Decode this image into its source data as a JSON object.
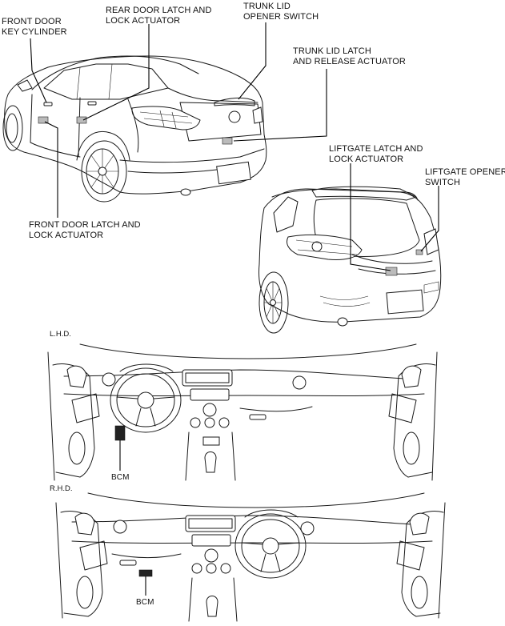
{
  "labels": {
    "front_door_key_cylinder": [
      "FRONT DOOR",
      "KEY CYLINDER"
    ],
    "rear_door_latch": [
      "REAR DOOR LATCH AND",
      "LOCK ACTUATOR"
    ],
    "trunk_lid_opener_switch": [
      "TRUNK LID",
      "OPENER SWITCH"
    ],
    "trunk_lid_latch": [
      "TRUNK LID LATCH",
      "AND RELEASE ACTUATOR"
    ],
    "liftgate_latch": [
      "LIFTGATE LATCH AND",
      "LOCK ACTUATOR"
    ],
    "liftgate_opener_switch": [
      "LIFTGATE OPENER",
      "SWITCH"
    ],
    "front_door_latch": [
      "FRONT DOOR LATCH AND",
      "LOCK ACTUATOR"
    ]
  },
  "sections": {
    "lhd": "L.H.D.",
    "rhd": "R.H.D."
  },
  "bcm_label": "BCM"
}
